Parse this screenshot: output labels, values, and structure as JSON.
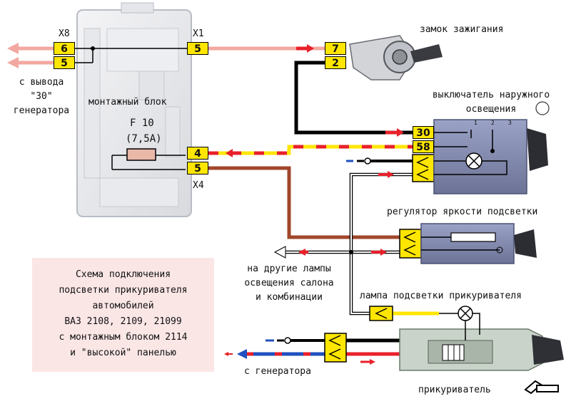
{
  "labels": {
    "x8": "X8",
    "x1": "X1",
    "x4": "X4",
    "pin6": "6",
    "pin5a": "5",
    "pin5b": "5",
    "pin4": "4",
    "pin5c": "5",
    "pin7": "7",
    "pin2": "2",
    "pin30": "30",
    "pin58": "58",
    "from30_l1": "с вывода",
    "from30_l2": "\"30\"",
    "from30_l3": "генератора",
    "mount_block": "монтажный блок",
    "fuse_name": "F 10",
    "fuse_rating": "(7,5А)",
    "ignition": "замок зажигания",
    "light_switch_l1": "выключатель наружного",
    "light_switch_l2": "освещения",
    "dimmer": "регулятор яркости подсветки",
    "other_lamps_l1": "на другие лампы",
    "other_lamps_l2": "освещения салона",
    "other_lamps_l3": "и комбинации",
    "lighter_lamp": "лампа подсветки прикуривателя",
    "from_generator": "с генератора",
    "lighter": "прикуриватель",
    "sw_pos1": "1",
    "sw_pos2": "2",
    "sw_pos3": "3"
  },
  "caption": [
    "Схема подключения",
    "подсветки прикуривателя",
    "автомобилей",
    "ВАЗ 2108, 2109, 21099",
    "с монтажным блоком 2114",
    "и \"высокой\" панелью"
  ],
  "colors": {
    "wire_pink": "#f2a8a0",
    "wire_black": "#000000",
    "wire_red": "#e8202a",
    "wire_yellow": "#ffe600",
    "wire_brown": "#a0462a",
    "wire_white": "#ffffff",
    "wire_blue": "#2050c0",
    "connector_yellow": "#ffe600",
    "device_body": "#8b93b8",
    "caption_bg": "#fbe6e6"
  }
}
